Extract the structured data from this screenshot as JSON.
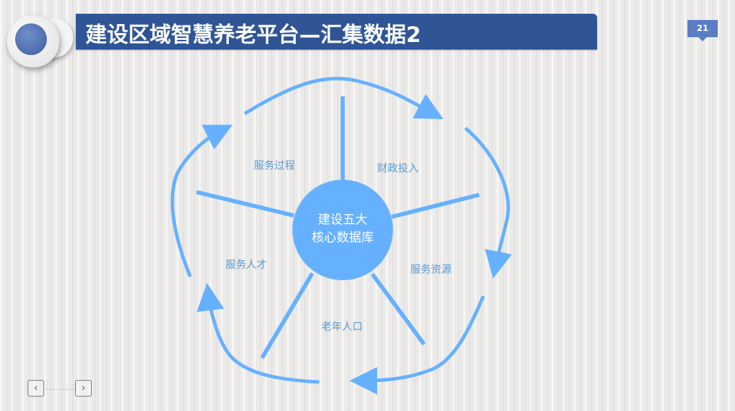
{
  "header": {
    "title": "建设区域智慧养老平台—汇集数据2",
    "page_number": "21"
  },
  "diagram": {
    "center_lines": [
      "建设五大",
      "核心数据库"
    ],
    "labels": {
      "service_process": "服务过程",
      "finance": "财政投入",
      "service_resources": "服务资源",
      "elderly_population": "老年人口",
      "service_talent": "服务人才"
    },
    "color": "#66b1ff"
  },
  "nav": {
    "prev": "‹",
    "next": "›"
  }
}
